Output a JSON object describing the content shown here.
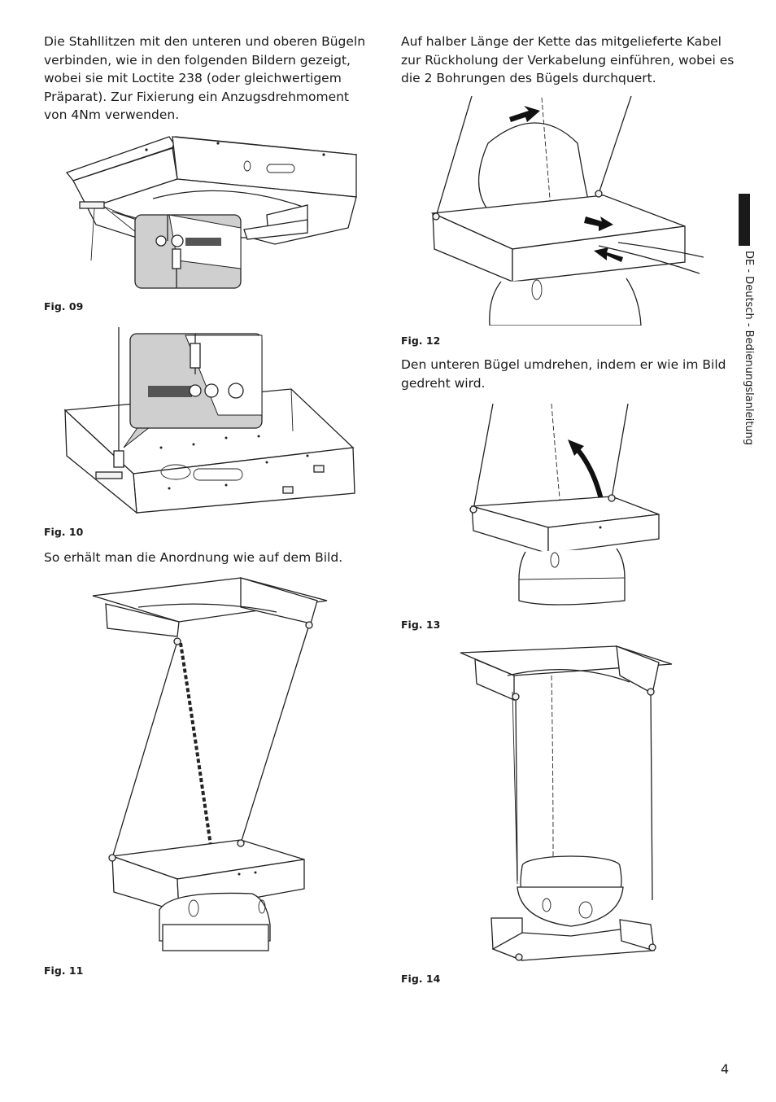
{
  "left_column": {
    "para1": "Die Stahllitzen mit den unteren und oberen Bügeln verbinden, wie in den folgenden Bildern gezeigt, wobei sie mit Loctite 238 (oder gleichwertigem Präparat). Zur Fixierung ein Anzugsdrehmoment von 4Nm verwenden.",
    "fig09_caption": "Fig. 09",
    "fig10_caption": "Fig. 10",
    "para2": "So erhält man die Anordnung wie auf dem Bild.",
    "fig11_caption": "Fig. 11"
  },
  "right_column": {
    "para1": "Auf halber Länge der Kette das mitgelieferte Kabel zur Rückholung der Verkabelung einführen, wobei es die 2 Bohrungen des Bügels durchquert.",
    "fig12_caption": "Fig. 12",
    "para2": "Den unteren Bügel umdrehen, indem er wie im Bild gedreht wird.",
    "fig13_caption": "Fig. 13",
    "fig14_caption": "Fig. 14"
  },
  "side_tab": {
    "label": "DE - Deutsch - Bedienungslanleitung"
  },
  "footer": {
    "page_number": "4"
  },
  "colors": {
    "text": "#1a1a1a",
    "callout_fill": "#cfcfcf",
    "tab": "#1a1a1a"
  }
}
